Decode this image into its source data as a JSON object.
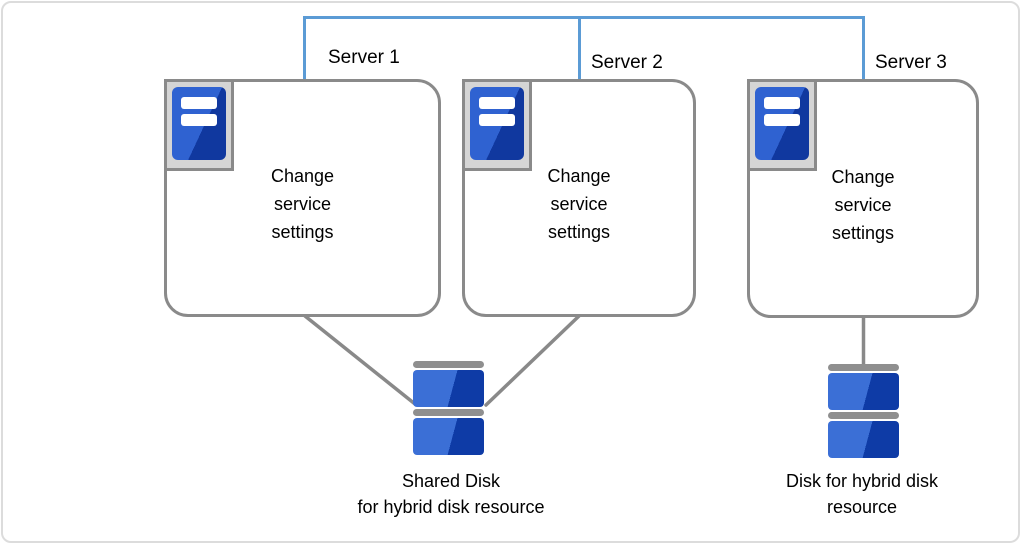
{
  "servers": [
    {
      "label": "Server 1",
      "body": "Change service settings"
    },
    {
      "label": "Server 2",
      "body": "Change service settings"
    },
    {
      "label": "Server 3",
      "body": "Change service settings"
    }
  ],
  "shared_disk": {
    "caption_line1": "Shared Disk",
    "caption_line2": "for hybrid disk resource"
  },
  "single_disk": {
    "caption_line1": "Disk for hybrid disk",
    "caption_line2": "resource"
  },
  "colors": {
    "network_line_blue": "#5b9bd5",
    "connector_gray": "#898989",
    "box_border_gray": "#8a8a8a",
    "icon_blue_light": "#2f62d1",
    "icon_blue_dark": "#10389f",
    "disk_blue_light": "#3b6fd6",
    "disk_blue_dark": "#0e3ba6",
    "icon_tray_gray": "#d5d5d5"
  }
}
